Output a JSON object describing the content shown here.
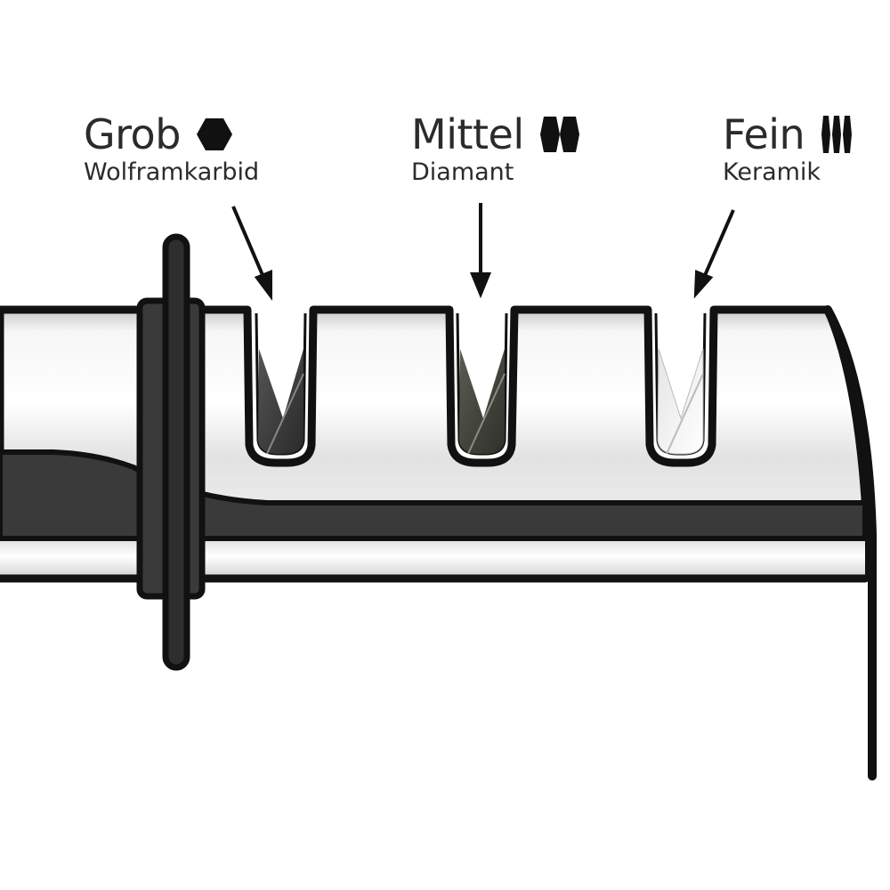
{
  "stages": [
    {
      "title": "Grob",
      "material": "Wolframkarbid",
      "icon": "hexagon-icon",
      "fill_color": "#3b3b3b"
    },
    {
      "title": "Mittel",
      "material": "Diamant",
      "icon": "double-diamond-icon",
      "fill_color": "#3f4138"
    },
    {
      "title": "Fein",
      "material": "Keramik",
      "icon": "triple-bar-icon",
      "fill_color": "#f2f2f2"
    }
  ],
  "colors": {
    "outline": "#111111",
    "handle": "#3a3a3a",
    "metal_light": "#f4f4f4",
    "metal_mid": "#d6d6d6",
    "text": "#2b2b2b"
  }
}
